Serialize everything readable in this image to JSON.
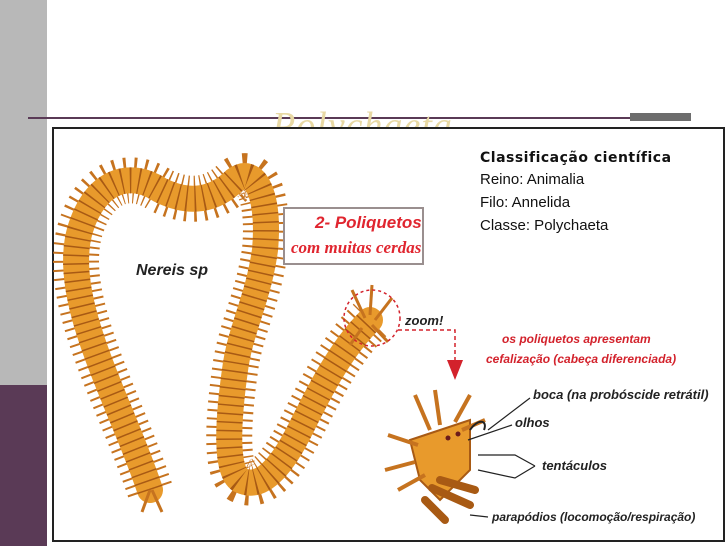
{
  "slide": {
    "title": "Polychaeta",
    "accent_color": "#5a3a56",
    "sidebar_color": "#b8b8b8"
  },
  "classification": {
    "heading": "Classificação científica",
    "rows": [
      {
        "text": "Reino: Animalia"
      },
      {
        "text": "Filo: Annelida"
      },
      {
        "text": "Classe: Polychaeta"
      }
    ]
  },
  "figure": {
    "species_label": "Nereis sp",
    "callout_line1": "2- Poliquetos",
    "callout_line2": "com muitas cerdas",
    "zoom_label": "zoom!",
    "desc_line1": "os poliquetos apresentam",
    "desc_line2": "cefalização (cabeça diferenciada)",
    "part_mouth": "boca (na probóscide retrátil)",
    "part_eyes": "olhos",
    "part_tentacles": "tentáculos",
    "part_parapodia": "parapódios (locomoção/respiração)",
    "worm_color": "#e89a2c"
  }
}
